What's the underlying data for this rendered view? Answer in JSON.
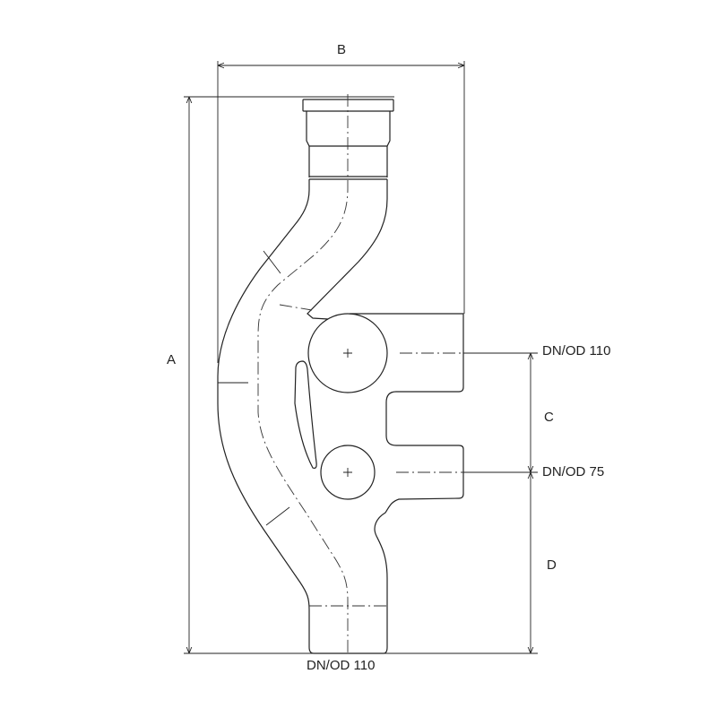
{
  "dimensions": {
    "a": "A",
    "b": "B",
    "c": "C",
    "d": "D"
  },
  "connections": {
    "inlet_upper": "DN/OD 110",
    "inlet_lower": "DN/OD 75",
    "outlet_bottom": "DN/OD 110"
  },
  "colors": {
    "line": "#222222",
    "background": "#ffffff"
  }
}
